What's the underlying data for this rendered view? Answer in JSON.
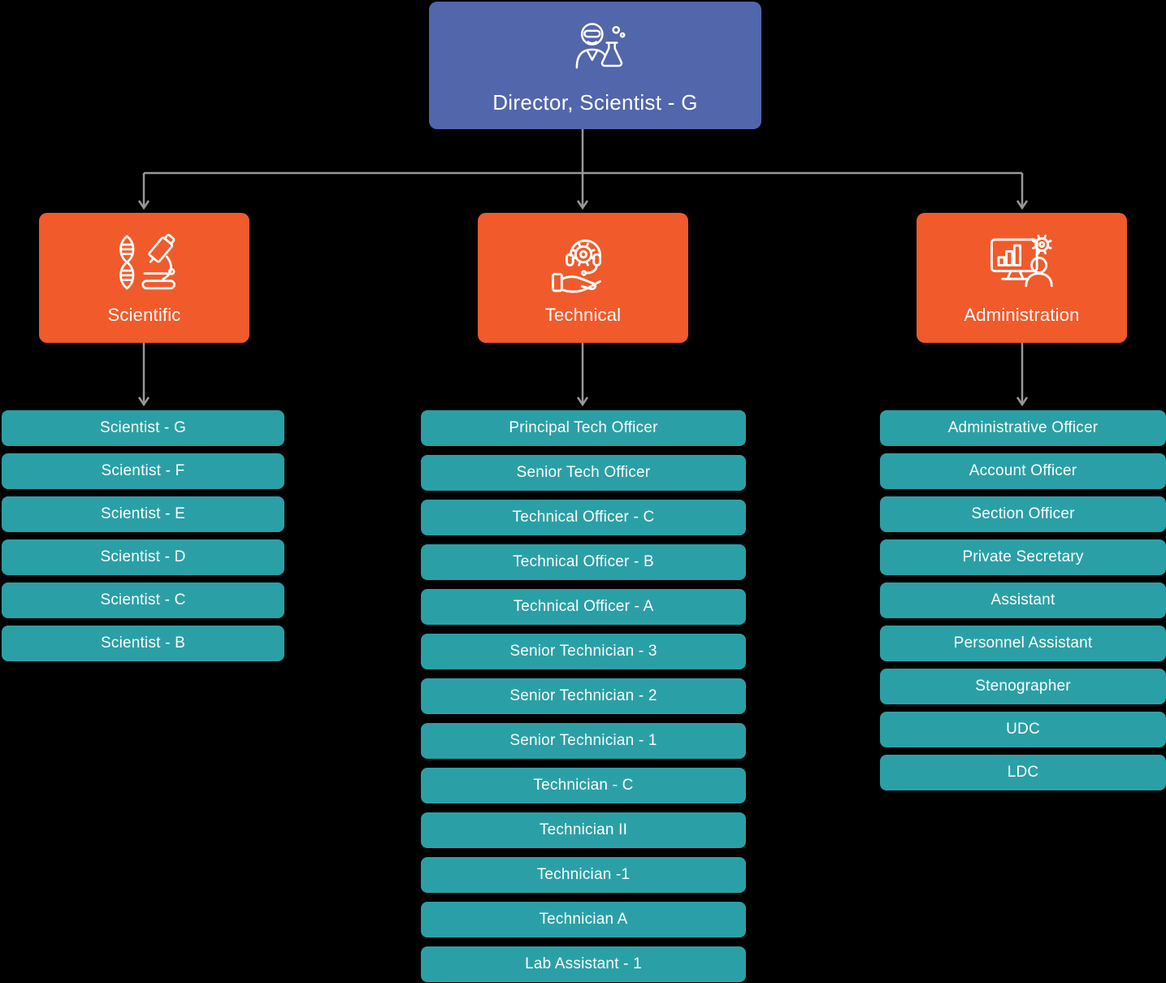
{
  "colors": {
    "background": "#000000",
    "director_bg": "#5266AB",
    "branch_bg": "#F15A2B",
    "item_bg": "#2AA0A6",
    "connector": "#96989A",
    "text": "#FFFFFF"
  },
  "root": {
    "label": "Director, Scientist - G",
    "icon": "scientist-icon"
  },
  "branches": [
    {
      "label": "Scientific",
      "icon": "dna-microscope-icon",
      "items": [
        "Scientist - G",
        "Scientist - F",
        "Scientist - E",
        "Scientist - D",
        "Scientist - C",
        "Scientist - B"
      ]
    },
    {
      "label": "Technical",
      "icon": "headset-gear-hand-icon",
      "items": [
        "Principal Tech Officer",
        "Senior Tech Officer",
        "Technical Officer - C",
        "Technical Officer - B",
        "Technical Officer - A",
        "Senior Technician - 3",
        "Senior Technician - 2",
        "Senior Technician - 1",
        "Technician - C",
        "Technician II",
        "Technician -1",
        "Technician A",
        "Lab Assistant - 1"
      ]
    },
    {
      "label": "Administration",
      "icon": "monitor-gear-person-icon",
      "items": [
        "Administrative Officer",
        "Account Officer",
        "Section Officer",
        "Private Secretary",
        "Assistant",
        "Personnel Assistant",
        "Stenographer",
        "UDC",
        "LDC"
      ]
    }
  ]
}
